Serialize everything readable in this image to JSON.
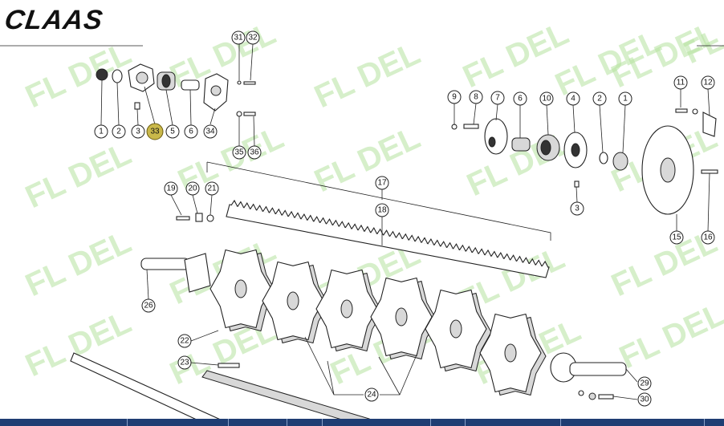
{
  "brand": {
    "logo_text": "CLAAS"
  },
  "watermark": {
    "text": "FL DEL"
  },
  "callouts": [
    {
      "id": "c1",
      "label": "1"
    },
    {
      "id": "c2",
      "label": "2"
    },
    {
      "id": "c3",
      "label": "3"
    },
    {
      "id": "c33",
      "label": "33",
      "highlighted": true
    },
    {
      "id": "c5",
      "label": "5"
    },
    {
      "id": "c6",
      "label": "6"
    },
    {
      "id": "c34",
      "label": "34"
    },
    {
      "id": "c31",
      "label": "31"
    },
    {
      "id": "c32",
      "label": "32"
    },
    {
      "id": "c35",
      "label": "35"
    },
    {
      "id": "c36",
      "label": "36"
    },
    {
      "id": "c9",
      "label": "9"
    },
    {
      "id": "c8",
      "label": "8"
    },
    {
      "id": "c7",
      "label": "7"
    },
    {
      "id": "c6b",
      "label": "6"
    },
    {
      "id": "c10",
      "label": "10"
    },
    {
      "id": "c4",
      "label": "4"
    },
    {
      "id": "c2b",
      "label": "2"
    },
    {
      "id": "c1b",
      "label": "1"
    },
    {
      "id": "c3b",
      "label": "3"
    },
    {
      "id": "c11",
      "label": "11"
    },
    {
      "id": "c12",
      "label": "12"
    },
    {
      "id": "c15",
      "label": "15"
    },
    {
      "id": "c16",
      "label": "16"
    },
    {
      "id": "c17",
      "label": "17"
    },
    {
      "id": "c18",
      "label": "18"
    },
    {
      "id": "c19",
      "label": "19"
    },
    {
      "id": "c20",
      "label": "20"
    },
    {
      "id": "c21",
      "label": "21"
    },
    {
      "id": "c26",
      "label": "26"
    },
    {
      "id": "c22",
      "label": "22"
    },
    {
      "id": "c23",
      "label": "23"
    },
    {
      "id": "c24",
      "label": "24"
    },
    {
      "id": "c29",
      "label": "29"
    },
    {
      "id": "c30",
      "label": "30"
    }
  ],
  "colors": {
    "highlight": "#c9b84a",
    "footer": "#1f3d73",
    "watermark": "#b6e3a0"
  }
}
